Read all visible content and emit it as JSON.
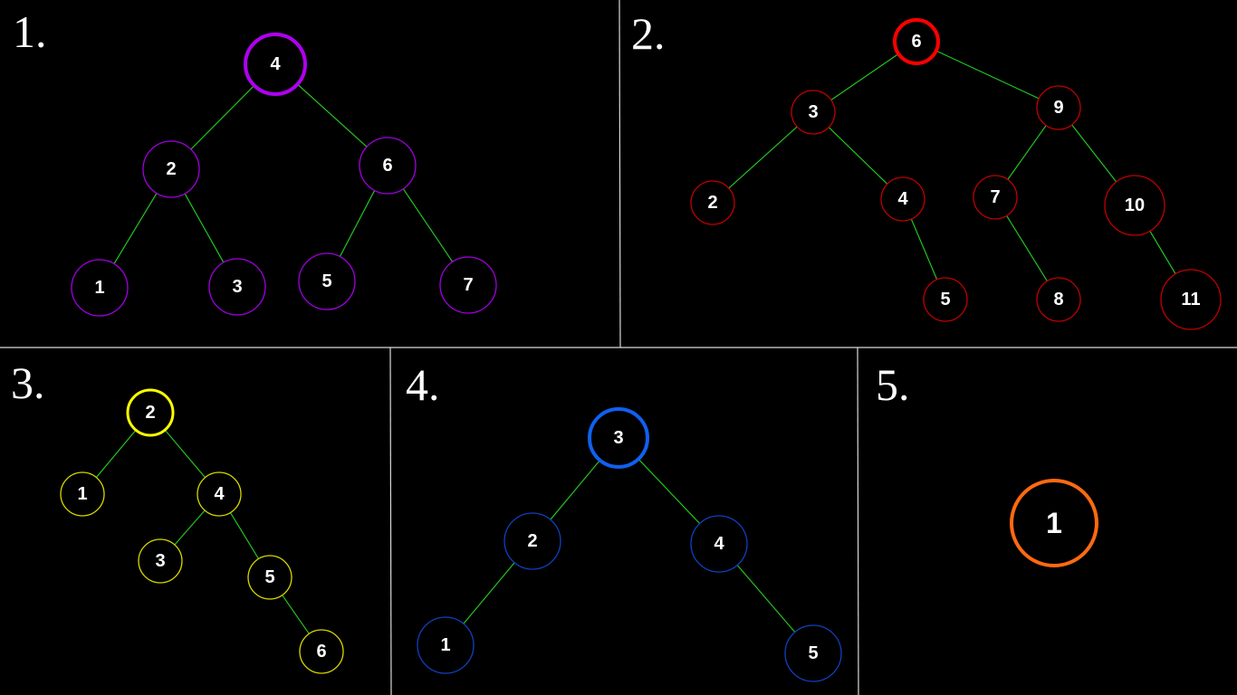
{
  "colors": {
    "background": "#000000",
    "edge": "#22c41f",
    "divider": "#d9d9d9",
    "text": "#ffffff"
  },
  "panels": [
    {
      "label": "1.",
      "node_color": "#a000e0",
      "root_color": "#b000f0",
      "nodes": [
        {
          "id": "4",
          "text": "4",
          "root": true
        },
        {
          "id": "2",
          "text": "2"
        },
        {
          "id": "6",
          "text": "6"
        },
        {
          "id": "1",
          "text": "1"
        },
        {
          "id": "3",
          "text": "3"
        },
        {
          "id": "5",
          "text": "5"
        },
        {
          "id": "7",
          "text": "7"
        }
      ],
      "edges": [
        [
          "4",
          "2"
        ],
        [
          "4",
          "6"
        ],
        [
          "2",
          "1"
        ],
        [
          "2",
          "3"
        ],
        [
          "6",
          "5"
        ],
        [
          "6",
          "7"
        ]
      ]
    },
    {
      "label": "2.",
      "node_color": "#c00000",
      "root_color": "#ff0000",
      "nodes": [
        {
          "id": "6",
          "text": "6",
          "root": true
        },
        {
          "id": "3",
          "text": "3"
        },
        {
          "id": "9",
          "text": "9"
        },
        {
          "id": "2",
          "text": "2"
        },
        {
          "id": "4",
          "text": "4"
        },
        {
          "id": "7",
          "text": "7"
        },
        {
          "id": "10",
          "text": "10"
        },
        {
          "id": "5",
          "text": "5"
        },
        {
          "id": "8",
          "text": "8"
        },
        {
          "id": "11",
          "text": "11"
        }
      ],
      "edges": [
        [
          "6",
          "3"
        ],
        [
          "6",
          "9"
        ],
        [
          "3",
          "2"
        ],
        [
          "3",
          "4"
        ],
        [
          "4",
          "5"
        ],
        [
          "9",
          "7"
        ],
        [
          "9",
          "10"
        ],
        [
          "7",
          "8"
        ],
        [
          "10",
          "11"
        ]
      ]
    },
    {
      "label": "3.",
      "node_color": "#d8d800",
      "root_color": "#ffff00",
      "nodes": [
        {
          "id": "2",
          "text": "2",
          "root": true
        },
        {
          "id": "1",
          "text": "1"
        },
        {
          "id": "4",
          "text": "4"
        },
        {
          "id": "3",
          "text": "3"
        },
        {
          "id": "5",
          "text": "5"
        },
        {
          "id": "6",
          "text": "6"
        }
      ],
      "edges": [
        [
          "2",
          "1"
        ],
        [
          "2",
          "4"
        ],
        [
          "4",
          "3"
        ],
        [
          "4",
          "5"
        ],
        [
          "5",
          "6"
        ]
      ]
    },
    {
      "label": "4.",
      "node_color": "#1040c0",
      "root_color": "#1060f0",
      "nodes": [
        {
          "id": "3",
          "text": "3",
          "root": true
        },
        {
          "id": "2",
          "text": "2"
        },
        {
          "id": "4",
          "text": "4"
        },
        {
          "id": "1",
          "text": "1"
        },
        {
          "id": "5",
          "text": "5"
        }
      ],
      "edges": [
        [
          "3",
          "2"
        ],
        [
          "3",
          "4"
        ],
        [
          "2",
          "1"
        ],
        [
          "4",
          "5"
        ]
      ]
    },
    {
      "label": "5.",
      "node_color": "#ff6a10",
      "root_color": "#ff6a10",
      "nodes": [
        {
          "id": "1",
          "text": "1",
          "root": true
        }
      ],
      "edges": []
    }
  ]
}
